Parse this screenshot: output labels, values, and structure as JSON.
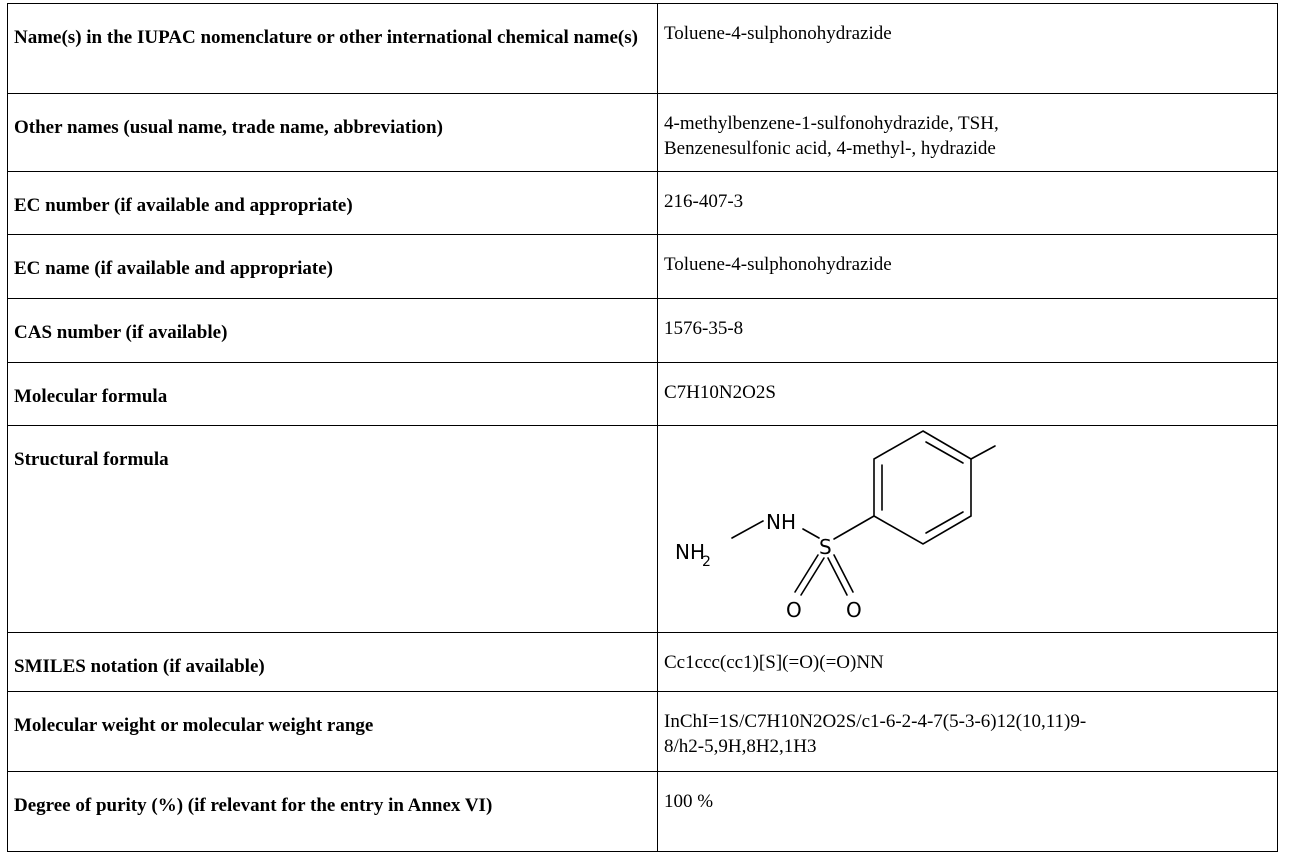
{
  "rows": [
    {
      "label": "Name(s) in the IUPAC nomenclature or other international chemical name(s)",
      "value": [
        "Toluene-4-sulphonohydrazide"
      ]
    },
    {
      "label": "Other names (usual name, trade name, abbreviation)",
      "value": [
        "4-methylbenzene-1-sulfonohydrazide, TSH,",
        "Benzenesulfonic acid, 4-methyl-, hydrazide"
      ]
    },
    {
      "label": "EC number (if available and appropriate)",
      "value": [
        "216-407-3"
      ]
    },
    {
      "label": "EC name (if available and appropriate)",
      "value": [
        "Toluene-4-sulphonohydrazide"
      ]
    },
    {
      "label": "CAS number (if available)",
      "value": [
        "1576-35-8"
      ]
    },
    {
      "label": "Molecular formula",
      "value": [
        "C7H10N2O2S"
      ]
    },
    {
      "label": "Structural formula",
      "value": []
    },
    {
      "label": "SMILES notation (if available)",
      "value": [
        "Cc1ccc(cc1)[S](=O)(=O)NN"
      ]
    },
    {
      "label": "Molecular weight or molecular weight range",
      "value": [
        "InChI=1S/C7H10N2O2S/c1-6-2-4-7(5-3-6)12(10,11)9-",
        "8/h2-5,9H,8H2,1H3"
      ]
    },
    {
      "label": "Degree of purity (%) (if relevant for the entry in Annex VI)",
      "value": [
        "100 %"
      ]
    }
  ],
  "structure": {
    "atom_nh": "NH",
    "atom_nh2": "NH",
    "atom_nh2_sub": "2",
    "atom_s": "S",
    "atom_o1": "O",
    "atom_o2": "O"
  }
}
